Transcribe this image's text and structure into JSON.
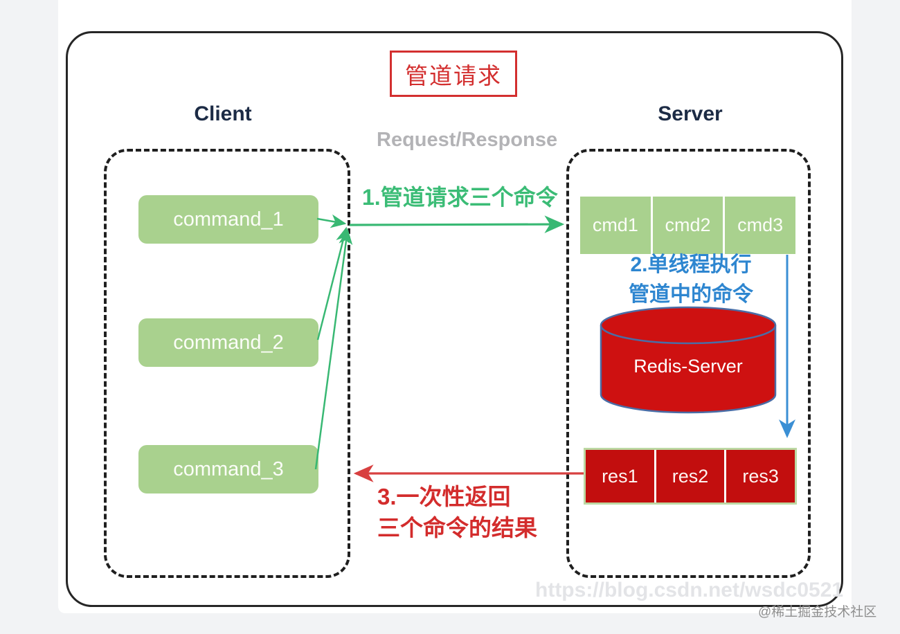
{
  "title": "管道请求",
  "labels": {
    "client": "Client",
    "server": "Server",
    "request_response": "Request/Response"
  },
  "client_commands": [
    "command_1",
    "command_2",
    "command_3"
  ],
  "server_cmds": [
    "cmd1",
    "cmd2",
    "cmd3"
  ],
  "server_results": [
    "res1",
    "res2",
    "res3"
  ],
  "redis_label": "Redis-Server",
  "annotations": {
    "step1": "1.管道请求三个命令",
    "step2": [
      "2.单线程执行",
      "管道中的命令"
    ],
    "step3": [
      "3.一次性返回",
      "三个命令的结果"
    ]
  },
  "watermarks": {
    "csdn": "https://blog.csdn.net/wsdc0521",
    "juejin": "@稀土掘金技术社区"
  },
  "colors": {
    "green_box": "#a9d18e",
    "green_arrow": "#38b873",
    "green_text": "#3bbc76",
    "blue_accent": "#2e86d0",
    "red_fill": "#c20e0e",
    "red_arrow": "#d84040",
    "red_title": "#d32f2f",
    "navy_label": "#1c2b45",
    "gray_text": "#b3b3b6"
  }
}
